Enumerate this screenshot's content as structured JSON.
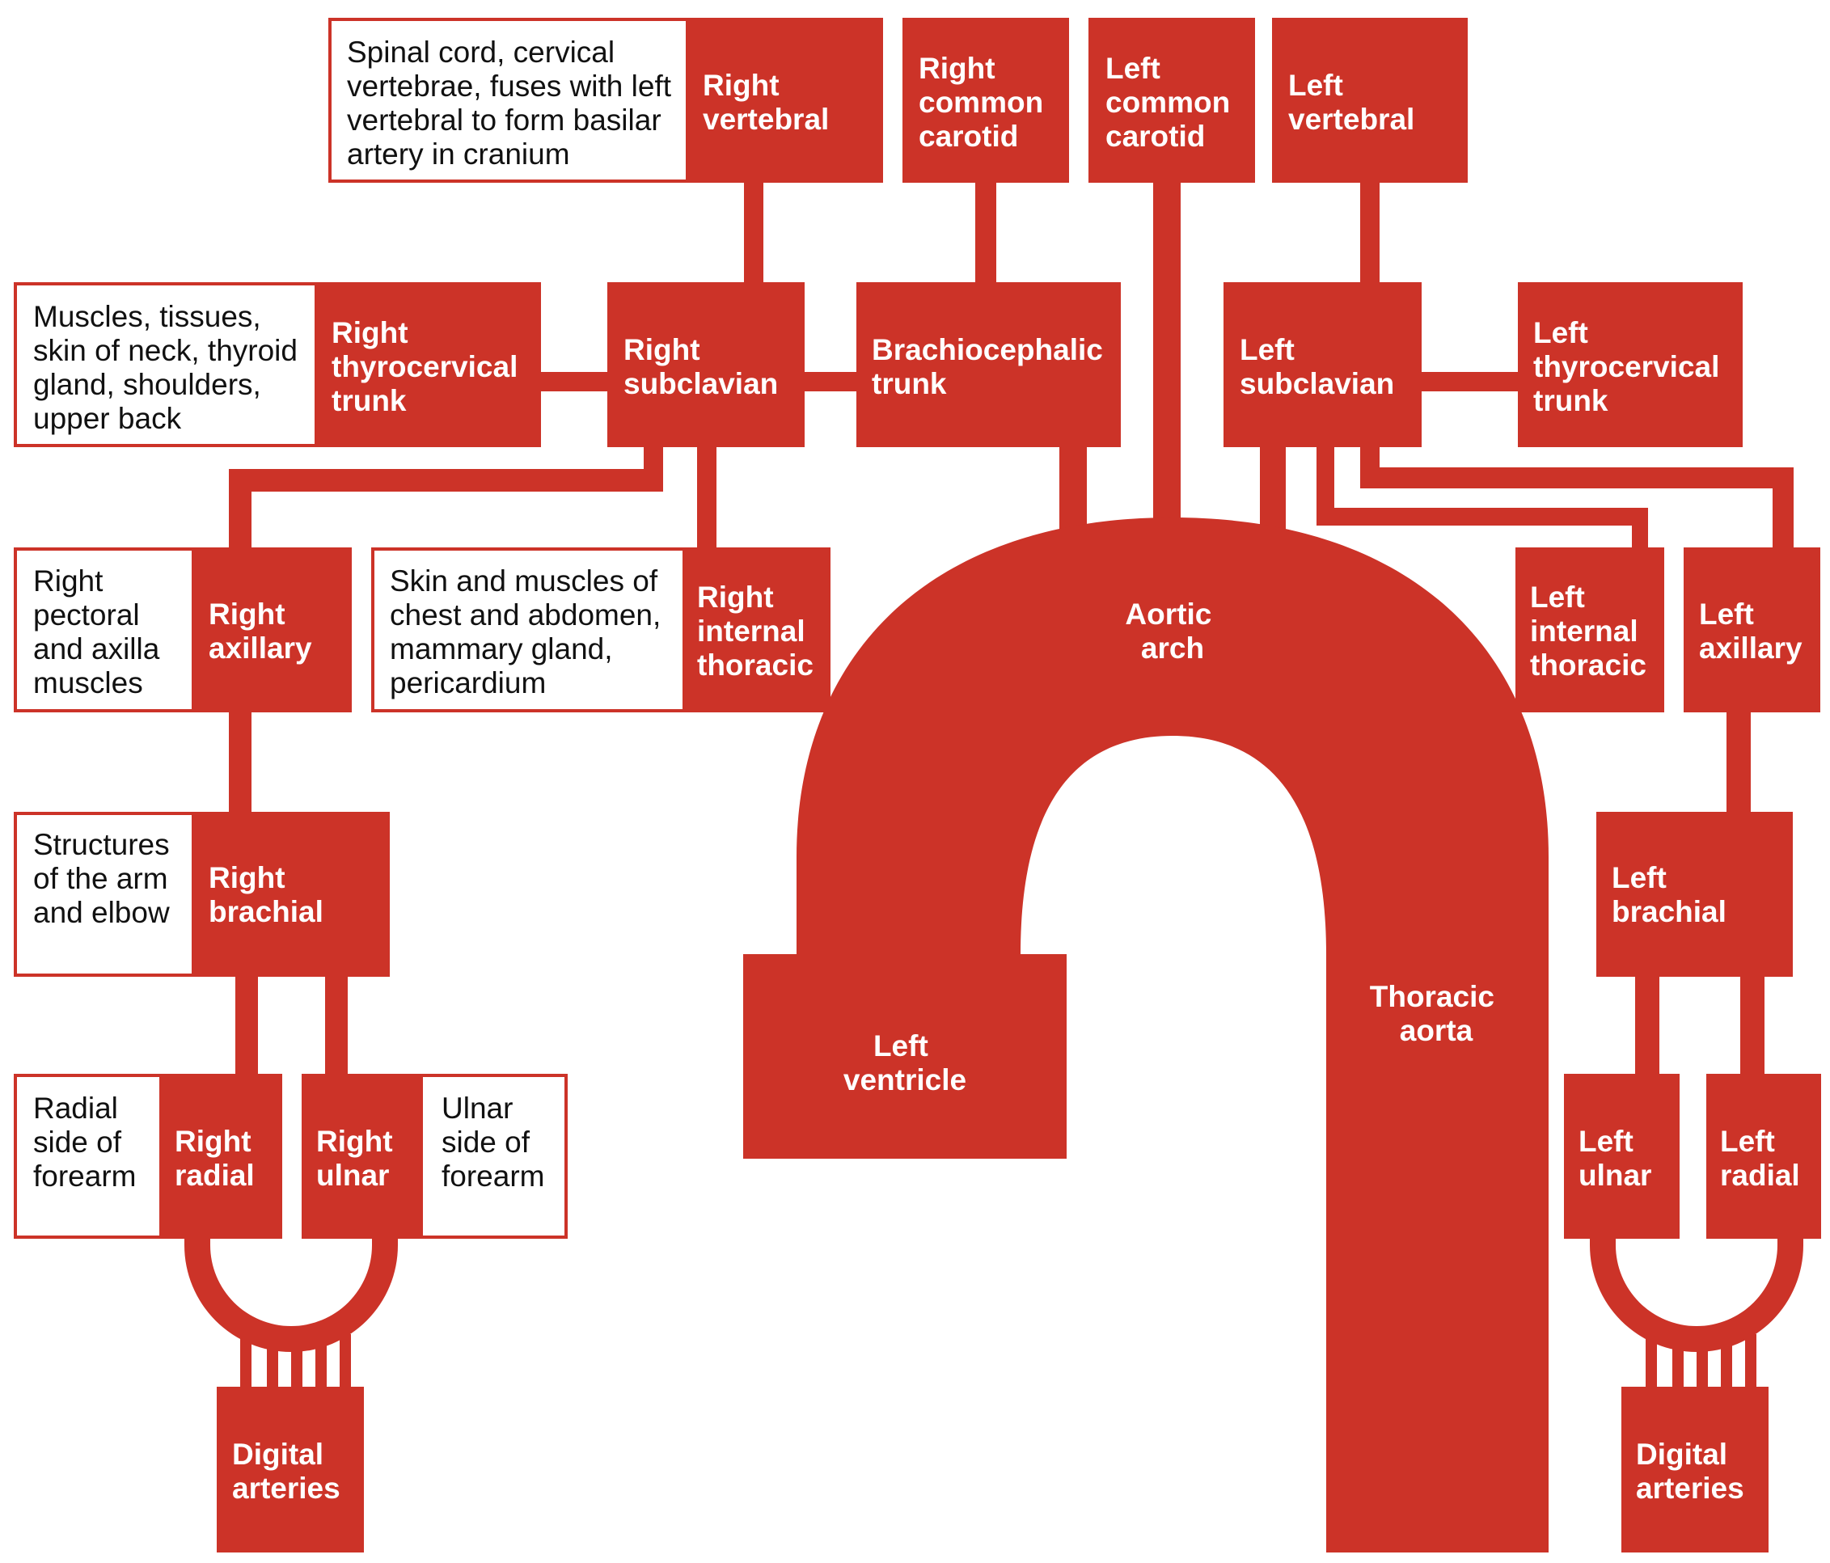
{
  "colors": {
    "artery": "#CC3328",
    "box_fill": "#ffffff",
    "label_text": "#ffffff",
    "desc_text": "#111111"
  },
  "labels": {
    "right_vertebral": [
      "Right",
      "vertebral"
    ],
    "right_common_carotid": [
      "Right",
      "common",
      "carotid"
    ],
    "left_common_carotid": [
      "Left",
      "common",
      "carotid"
    ],
    "left_vertebral": [
      "Left",
      "vertebral"
    ],
    "right_thyrocervical": [
      "Right",
      "thyrocervical",
      "trunk"
    ],
    "right_subclavian": [
      "Right",
      "subclavian"
    ],
    "brachiocephalic": [
      "Brachiocephalic",
      "trunk"
    ],
    "left_subclavian": [
      "Left",
      "subclavian"
    ],
    "left_thyrocervical": [
      "Left",
      "thyrocervical",
      "trunk"
    ],
    "right_axillary": [
      "Right",
      "axillary"
    ],
    "right_internal_thoracic": [
      "Right",
      "internal",
      "thoracic"
    ],
    "aortic_arch": [
      "Aortic",
      "arch"
    ],
    "left_internal_thoracic": [
      "Left",
      "internal",
      "thoracic"
    ],
    "left_axillary": [
      "Left",
      "axillary"
    ],
    "right_brachial": [
      "Right",
      "brachial"
    ],
    "left_brachial": [
      "Left",
      "brachial"
    ],
    "left_ventricle": [
      "Left",
      "ventricle"
    ],
    "thoracic_aorta": [
      "Thoracic",
      "aorta"
    ],
    "right_radial": [
      "Right",
      "radial"
    ],
    "right_ulnar": [
      "Right",
      "ulnar"
    ],
    "left_ulnar": [
      "Left",
      "ulnar"
    ],
    "left_radial": [
      "Left",
      "radial"
    ],
    "right_digital": [
      "Digital",
      "arteries"
    ],
    "left_digital": [
      "Digital",
      "arteries"
    ]
  },
  "descriptions": {
    "vertebral": [
      "Spinal cord, cervical",
      "vertebrae, fuses with left",
      "vertebral to form basilar",
      "artery in cranium"
    ],
    "thyrocervical": [
      "Muscles, tissues,",
      "skin of neck, thyroid",
      "gland, shoulders,",
      "upper back"
    ],
    "axillary": [
      "Right",
      "pectoral",
      "and axilla",
      "muscles"
    ],
    "internal_thoracic": [
      "Skin and muscles of",
      "chest and abdomen,",
      "mammary gland,",
      "pericardium"
    ],
    "brachial": [
      "Structures",
      "of the arm",
      "and elbow"
    ],
    "radial": [
      "Radial",
      "side of",
      "forearm"
    ],
    "ulnar": [
      "Ulnar",
      "side of",
      "forearm"
    ]
  }
}
